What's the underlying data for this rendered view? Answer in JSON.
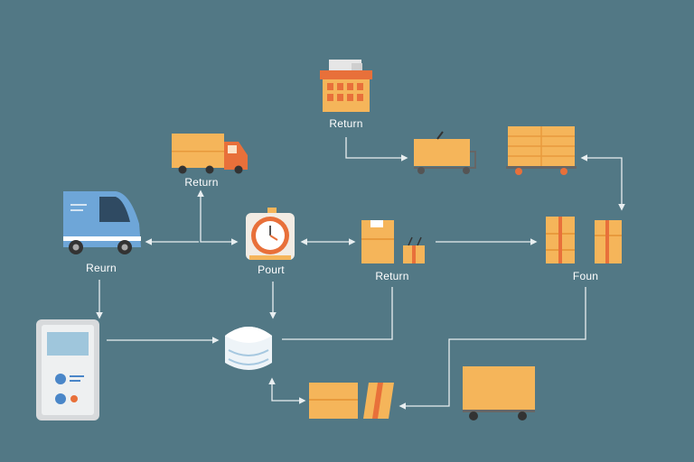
{
  "diagram": {
    "nodes": [
      {
        "id": "warehouse-bin",
        "label": "Return"
      },
      {
        "id": "box-truck",
        "label": "Return"
      },
      {
        "id": "delivery-van",
        "label": "Reurn"
      },
      {
        "id": "stopwatch",
        "label": "Pourt"
      },
      {
        "id": "parcel-stack",
        "label": "Return"
      },
      {
        "id": "handcart",
        "label": ""
      },
      {
        "id": "pallet-cart",
        "label": ""
      },
      {
        "id": "shelved-boxes",
        "label": "Foun"
      },
      {
        "id": "phone-device",
        "label": ""
      },
      {
        "id": "database-hub",
        "label": ""
      },
      {
        "id": "box-pair",
        "label": ""
      },
      {
        "id": "cargo-trailer",
        "label": ""
      }
    ]
  },
  "colors": {
    "background": "#527885",
    "box": "#f5b55a",
    "box_dark": "#e89a3c",
    "accent": "#e8703a",
    "van": "#6ea6d8",
    "line": "#e8eef0"
  }
}
